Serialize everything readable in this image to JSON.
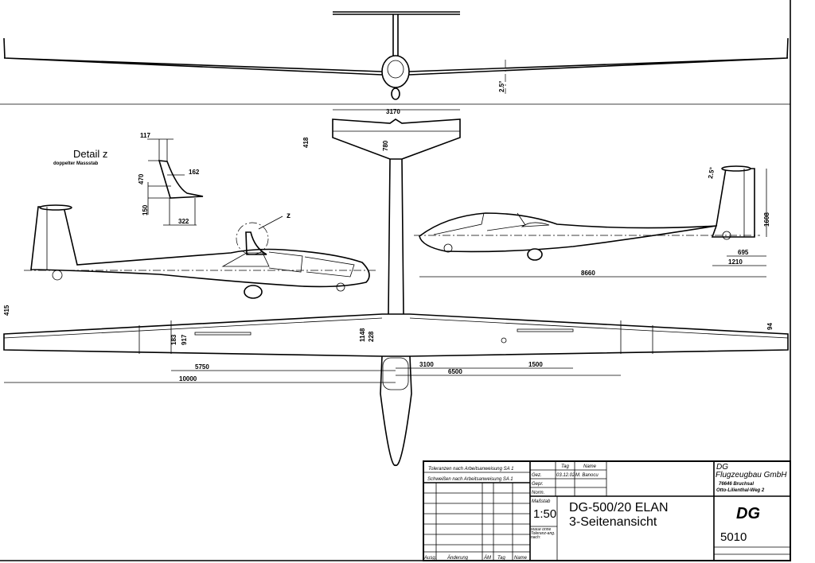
{
  "drawing": {
    "front_view": {
      "dihedral": "2.5°"
    },
    "top_view": {
      "tailplane_span": "3170",
      "tailplane_root_chord": "418",
      "tail_dim": "780",
      "wing_tip_height": "415",
      "dim_183": "183",
      "dim_917": "917",
      "dim_1148": "1148",
      "dim_228": "228",
      "dim_94": "94",
      "dim_5750": "5750",
      "dim_3100": "3100",
      "dim_1500": "1500",
      "dim_6500": "6500",
      "half_span": "10000"
    },
    "detail": {
      "title": "Detail z",
      "subtitle": "doppelter Massstab",
      "dim_117": "117",
      "dim_162": "162",
      "dim_470": "470",
      "dim_150": "150",
      "dim_322": "322",
      "marker": "z"
    },
    "side_view": {
      "tail_angle": "2.5°",
      "fin_height": "1608",
      "dim_695": "695",
      "dim_1210": "1210",
      "length": "8660"
    }
  },
  "title_block": {
    "tolerances": "Toleranzen nach Arbeitsanweisung SA 1",
    "welding": "Schweißen nach Arbeitsanweisung SA 1",
    "revision_headers": [
      "Ausg.",
      "Änderung",
      "ÄM",
      "Tag",
      "Name"
    ],
    "col_tag": "Tag",
    "col_name": "Name",
    "drawn_label": "Gez.",
    "drawn_date": "03.12.02",
    "drawn_name": "M. Banocu",
    "checked_label": "Gepr.",
    "norm_label": "Norm.",
    "scale_label": "Maßstab",
    "scale_value": "1:50",
    "tolerance_note": "Maße ohne Toleranz-ang. nach:",
    "title": "DG-500/20 ELAN",
    "subtitle": "3-Seitenansicht",
    "company": "DG",
    "company2": "Flugzeugbau GmbH",
    "city": "76646 Bruchsal",
    "street": "Otto-Lilienthal-Weg 2",
    "logo": "DG",
    "drawing_number": "5010"
  }
}
